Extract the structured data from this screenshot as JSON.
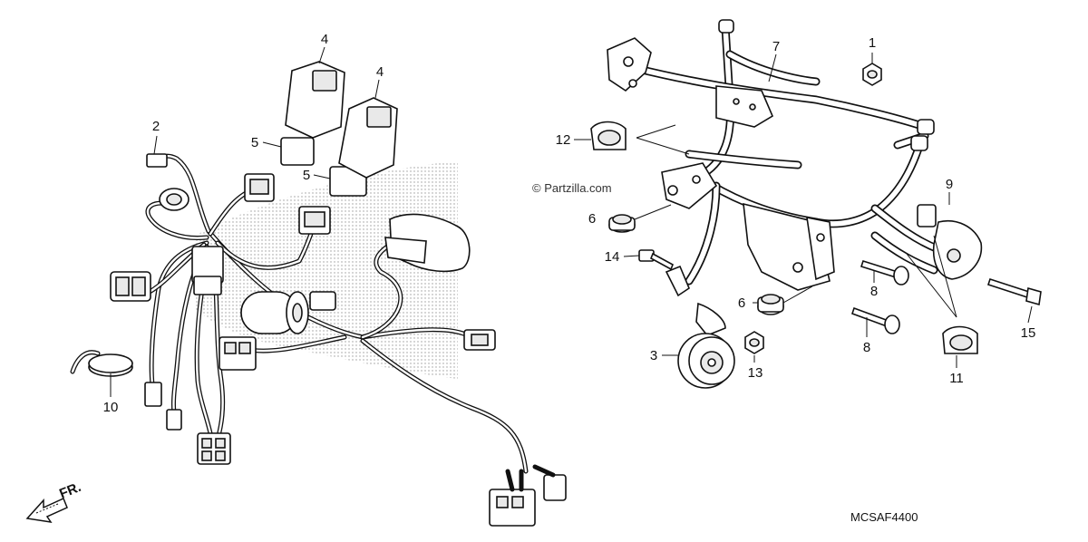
{
  "diagram": {
    "drawing_code": "MCSAF4400",
    "watermark": "© Partzilla.com",
    "direction_label": "FR.",
    "callouts": [
      {
        "id": "c1",
        "text": "1"
      },
      {
        "id": "c2",
        "text": "2"
      },
      {
        "id": "c3",
        "text": "3"
      },
      {
        "id": "c4a",
        "text": "4"
      },
      {
        "id": "c4b",
        "text": "4"
      },
      {
        "id": "c5a",
        "text": "5"
      },
      {
        "id": "c5b",
        "text": "5"
      },
      {
        "id": "c6a",
        "text": "6"
      },
      {
        "id": "c6b",
        "text": "6"
      },
      {
        "id": "c7",
        "text": "7"
      },
      {
        "id": "c8a",
        "text": "8"
      },
      {
        "id": "c8b",
        "text": "8"
      },
      {
        "id": "c9",
        "text": "9"
      },
      {
        "id": "c10",
        "text": "10"
      },
      {
        "id": "c11",
        "text": "11"
      },
      {
        "id": "c12",
        "text": "12"
      },
      {
        "id": "c13",
        "text": "13"
      },
      {
        "id": "c14",
        "text": "14"
      },
      {
        "id": "c15",
        "text": "15"
      }
    ]
  }
}
